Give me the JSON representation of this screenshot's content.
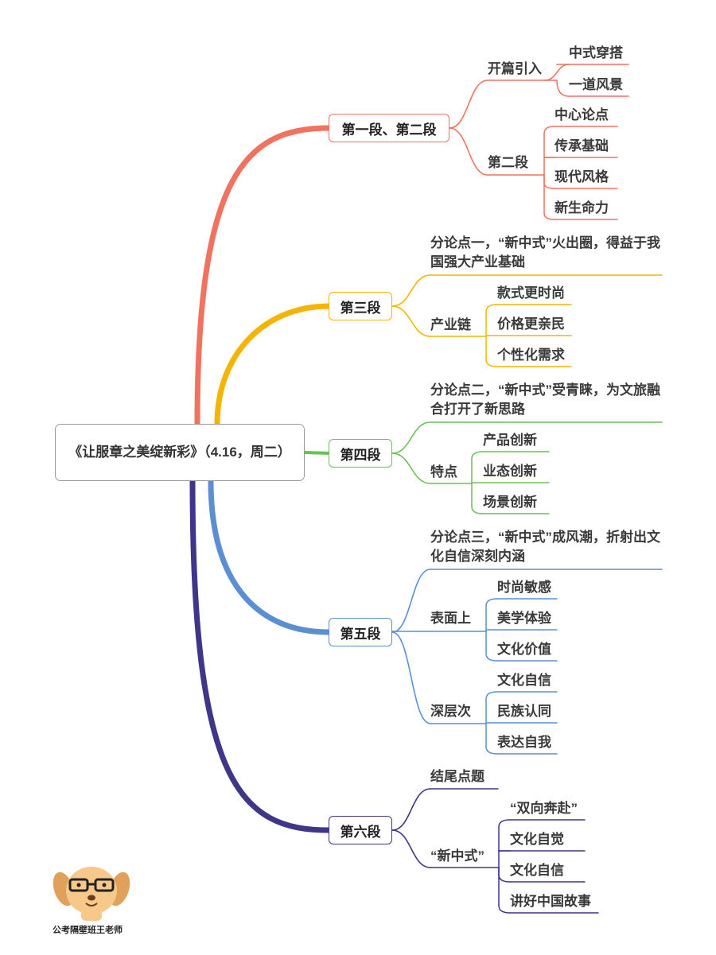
{
  "root": {
    "title": "《让服章之美绽新彩》（4.16，周二）"
  },
  "sections": [
    {
      "label": "第一段、第二段",
      "color": "#f0735f",
      "groups": [
        {
          "label": "开篇引入",
          "items": [
            "中式穿搭",
            "一道风景"
          ]
        },
        {
          "label": "第二段",
          "items": [
            "中心论点",
            "传承基础",
            "现代风格",
            "新生命力"
          ]
        }
      ]
    },
    {
      "label": "第三段",
      "color": "#f5b400",
      "point": "分论点一，“新中式”火出圈，得益于我国强大产业基础",
      "groups": [
        {
          "label": "产业链",
          "items": [
            "款式更时尚",
            "价格更亲民",
            "个性化需求"
          ]
        }
      ]
    },
    {
      "label": "第四段",
      "color": "#6bbf59",
      "point": "分论点二，“新中式”受青睐，为文旅融合打开了新思路",
      "groups": [
        {
          "label": "特点",
          "items": [
            "产品创新",
            "业态创新",
            "场景创新"
          ]
        }
      ]
    },
    {
      "label": "第五段",
      "color": "#5b8fd3",
      "point": "分论点三，“新中式”成风潮，折射出文化自信深刻内涵",
      "groups": [
        {
          "label": "表面上",
          "items": [
            "时尚敏感",
            "美学体验",
            "文化价值"
          ]
        },
        {
          "label": "深层次",
          "items": [
            "文化自信",
            "民族认同",
            "表达自我"
          ]
        }
      ]
    },
    {
      "label": "第六段",
      "color": "#3f3589",
      "point": "结尾点题",
      "groups": [
        {
          "label": "“新中式”",
          "items": [
            "“双向奔赴”",
            "文化自觉",
            "文化自信",
            "讲好中国故事"
          ]
        }
      ]
    }
  ],
  "watermark": {
    "caption": "公考隔壁班王老师"
  }
}
